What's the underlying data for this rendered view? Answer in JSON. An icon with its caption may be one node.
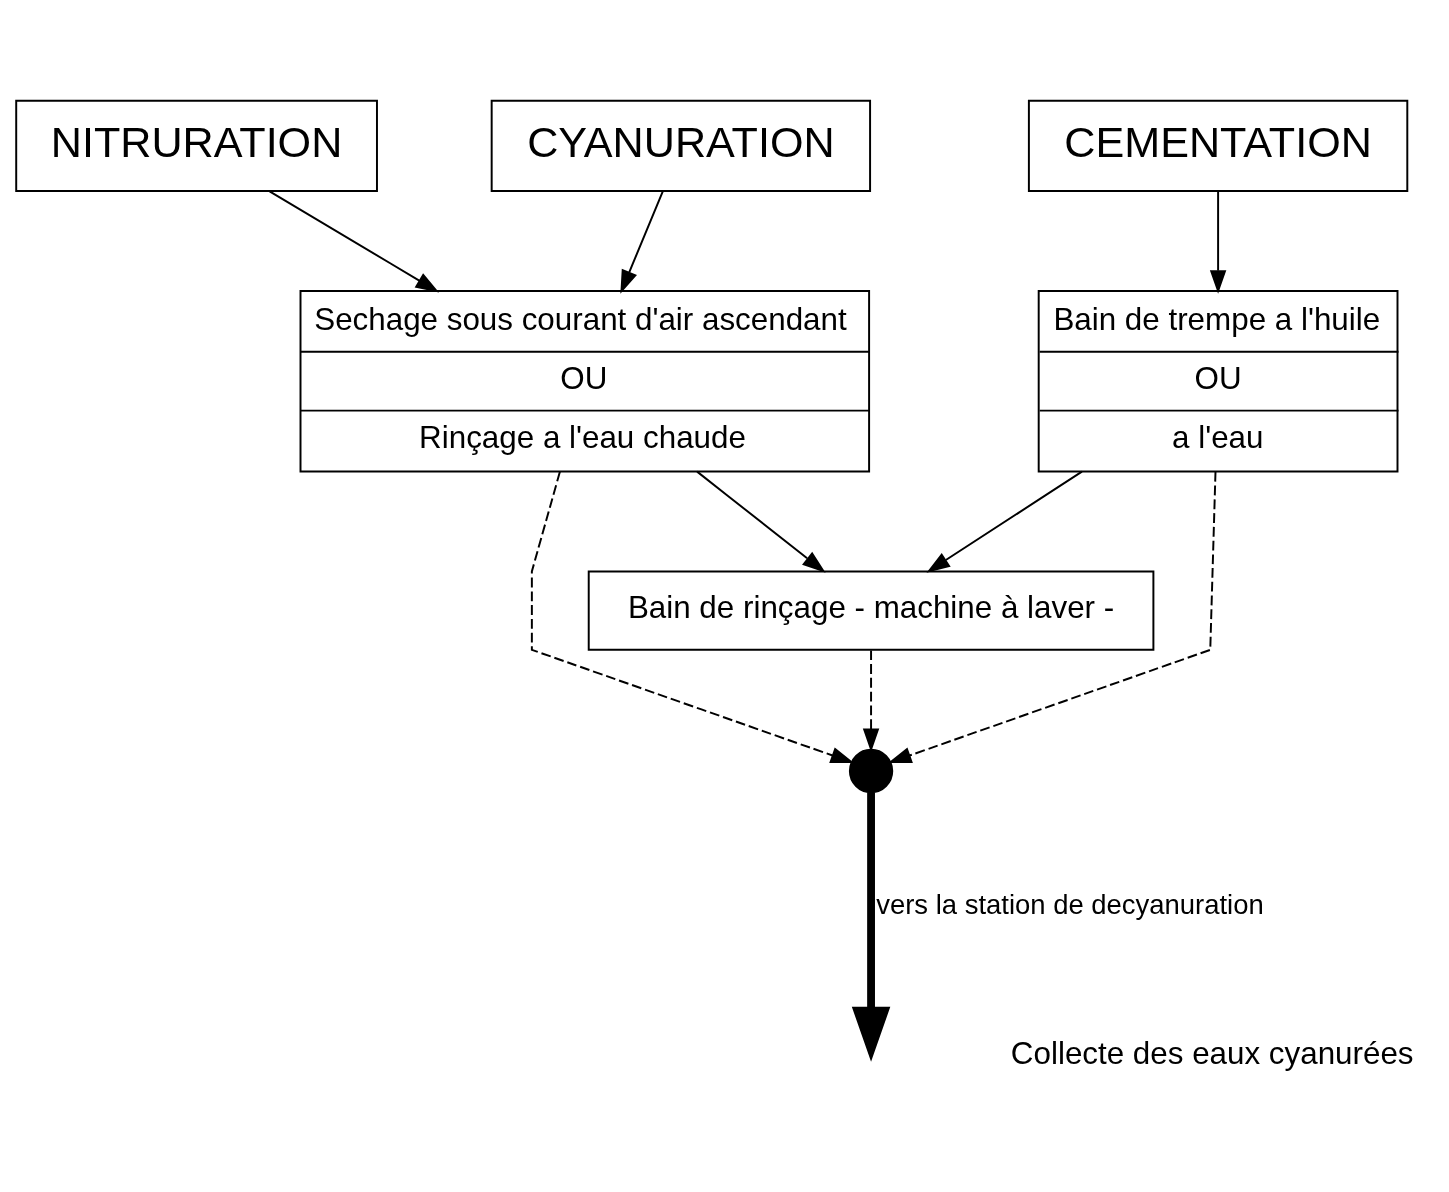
{
  "diagram": {
    "nodes": [
      {
        "text": [
          "NITRURATION"
        ]
      },
      {
        "text": [
          "CYANURATION"
        ]
      },
      {
        "text": [
          "CEMENTATION"
        ]
      },
      {
        "text": [
          "Sechage sous courant d'air ascendant",
          "OU",
          "Rinçage a l'eau chaude"
        ]
      },
      {
        "text": [
          "Bain de trempe a l'huile",
          "OU",
          "a l'eau"
        ]
      },
      {
        "text": [
          "Bain de rinçage - machine à laver -"
        ]
      },
      {
        "text": [],
        "shape": "point"
      }
    ],
    "edges": [
      {
        "from": 0,
        "to": 3,
        "arrow": "to"
      },
      {
        "from": 1,
        "to": 3,
        "arrow": "to"
      },
      {
        "from": 2,
        "to": 4,
        "arrow": "to"
      },
      {
        "from": 3,
        "to": 5,
        "arrow": "to"
      },
      {
        "from": 4,
        "to": 5,
        "arrow": "to"
      },
      {
        "from": 3,
        "to": 6,
        "arrow": "to",
        "style": "dashed"
      },
      {
        "from": 5,
        "to": 6,
        "arrow": "to",
        "style": "dashed"
      },
      {
        "from": 4,
        "to": 6,
        "arrow": "to",
        "style": "dashed"
      },
      {
        "from": 6,
        "to": null,
        "arrow": "to",
        "style": "thick",
        "label": "vers la station de decyanuration"
      }
    ],
    "labels": [
      "Collecte des eaux cyanurées"
    ]
  }
}
